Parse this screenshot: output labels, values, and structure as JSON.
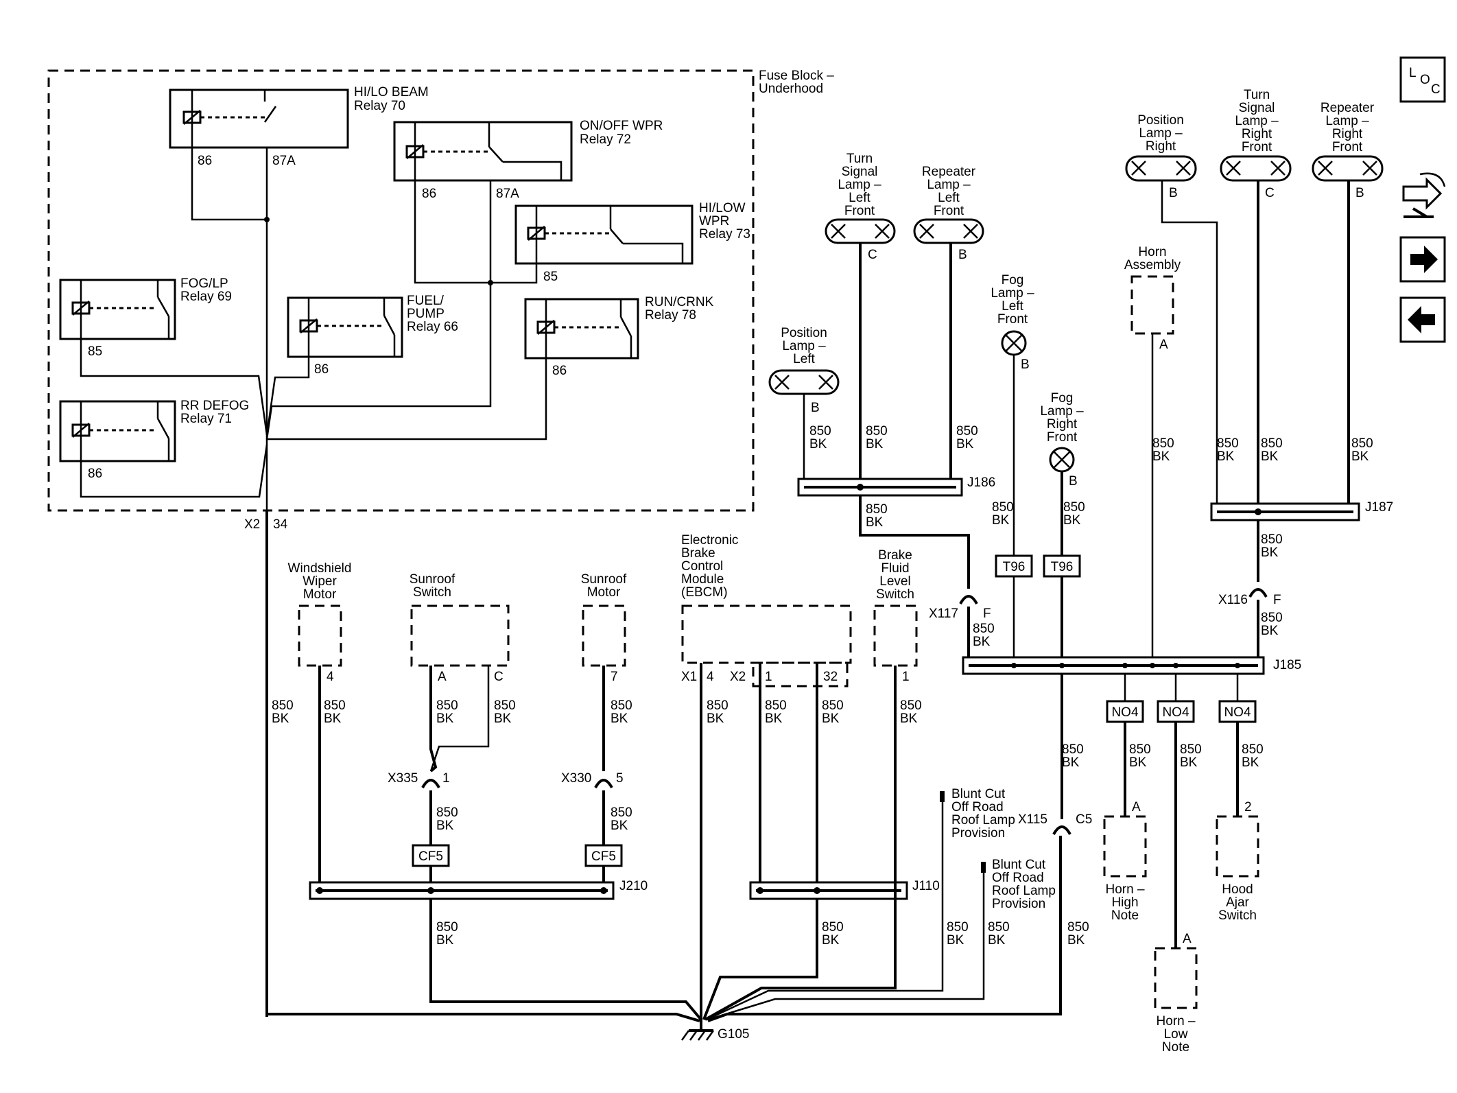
{
  "fuse_block": "Fuse Block – Underhood",
  "relays": [
    {
      "id": "hilo_beam",
      "name": "HI/LO BEAM",
      "sub": "Relay 70",
      "pins": [
        "86",
        "87A"
      ]
    },
    {
      "id": "onoff_wpr",
      "name": "ON/OFF WPR",
      "sub": "Relay 72",
      "pins": [
        "86",
        "87A"
      ]
    },
    {
      "id": "hilow_wpr",
      "name": "HI/LOW WPR",
      "sub": "Relay 73",
      "pins": [
        "85"
      ]
    },
    {
      "id": "fog_lp",
      "name": "FOG/LP",
      "sub": "Relay 69",
      "pins": [
        "85"
      ]
    },
    {
      "id": "fuel_pump",
      "name": "FUEL/ PUMP",
      "sub": "Relay 66",
      "pins": [
        "86"
      ]
    },
    {
      "id": "run_crnk",
      "name": "RUN/CRNK",
      "sub": "Relay 78",
      "pins": [
        "86"
      ]
    },
    {
      "id": "rr_defog",
      "name": "RR DEFOG",
      "sub": "Relay 71",
      "pins": [
        "86"
      ]
    }
  ],
  "wire": {
    "circuit": "850",
    "color": "BK"
  },
  "fuse_connector": {
    "name": "X2",
    "pin": "34"
  },
  "components": {
    "wiper_motor": "Windshield Wiper Motor",
    "sunroof_switch": "Sunroof Switch",
    "sunroof_motor": "Sunroof Motor",
    "ebcm": "Electronic Brake Control Module (EBCM)",
    "brake_fluid": "Brake Fluid Level Switch",
    "turn_lf": "Turn Signal Lamp – Left Front",
    "repeater_lf": "Repeater Lamp – Left Front",
    "position_lf": "Position Lamp – Left",
    "fog_lf": "Fog Lamp – Left Front",
    "fog_rf": "Fog Lamp – Right Front",
    "horn_assembly": "Horn Assembly",
    "position_r": "Position Lamp – Right",
    "turn_rf": "Turn Signal Lamp – Right Front",
    "repeater_rf": "Repeater Lamp – Right Front",
    "horn_high": "Horn – High Note",
    "horn_low": "Horn – Low Note",
    "hood_ajar": "Hood Ajar Switch",
    "blunt_cut_1": "Blunt Cut Off Road Roof Lamp Provision",
    "blunt_cut_2": "Blunt Cut Off Road Roof Lamp Provision"
  },
  "pins": {
    "wiper": "4",
    "sw_a": "A",
    "sw_c": "C",
    "motor": "7",
    "ebcm_x1": "X1",
    "ebcm_4": "4",
    "ebcm_x2": "X2",
    "ebcm_1": "1",
    "ebcm_32": "32",
    "brake": "1",
    "turn_lf": "C",
    "rep_lf": "B",
    "pos_lf": "B",
    "fog_lf": "B",
    "fog_rf": "B",
    "horn": "A",
    "pos_r": "B",
    "turn_rf": "C",
    "rep_rf": "B",
    "horn_high": "A",
    "horn_low": "A",
    "hood": "2"
  },
  "connectors": {
    "x335": "X335",
    "x335_pin": "1",
    "x330": "X330",
    "x330_pin": "5",
    "x117": "X117",
    "x117_pin": "F",
    "x116": "X116",
    "x116_pin": "F",
    "x115": "X115",
    "x115_pin": "C5"
  },
  "splices": {
    "j186": "J186",
    "j187": "J187",
    "j185": "J185",
    "j210": "J210",
    "j110": "J110"
  },
  "inline_labels": {
    "cf5": "CF5",
    "t96": "T96",
    "no4": "NO4"
  },
  "ground": "G105",
  "nav": {
    "loc_l": "L",
    "loc_o": "O",
    "loc_c": "C",
    "icon_names": [
      "connector-icon",
      "arrow-right-icon",
      "arrow-left-icon"
    ]
  }
}
